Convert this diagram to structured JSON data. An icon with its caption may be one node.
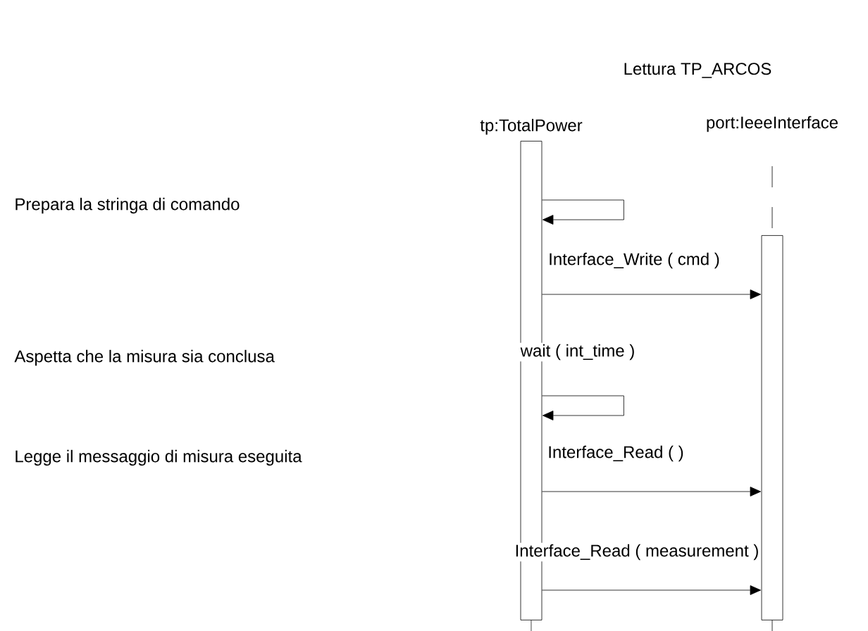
{
  "diagram": {
    "title": "Lettura TP_ARCOS",
    "nodes": [
      {
        "text": [
          "tp:TotalPower"
        ]
      },
      {
        "text": [
          "port:IeeeInterface"
        ]
      }
    ],
    "edges": [
      {
        "from": 0,
        "to": 0,
        "arrow": "to"
      },
      {
        "from": 0,
        "to": 1,
        "arrow": "to",
        "label": "Interface_Write ( cmd )"
      },
      {
        "from": 0,
        "to": 0,
        "arrow": "to",
        "label": "wait ( int_time )"
      },
      {
        "from": 0,
        "to": 1,
        "arrow": "to",
        "label": "Interface_Read (  )"
      },
      {
        "from": 0,
        "to": 1,
        "arrow": "to",
        "label": "Interface_Read ( measurement )"
      }
    ],
    "labels": [
      "Prepara  la stringa di comando",
      "Aspetta che la misura sia conclusa",
      "Legge il messaggio di misura eseguita"
    ]
  }
}
